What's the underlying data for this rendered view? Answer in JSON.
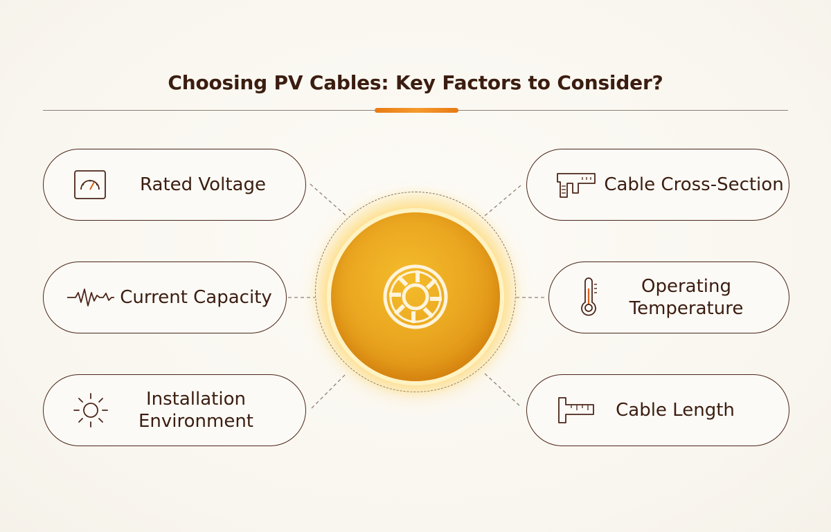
{
  "title": "Choosing PV Cables: Key Factors to Consider?",
  "hub": {
    "icon": "cable-reel-icon"
  },
  "factors": [
    {
      "label": "Rated Voltage",
      "icon": "gauge-meter-icon"
    },
    {
      "label": "Current Capacity",
      "icon": "waveform-icon"
    },
    {
      "label": "Installation Environment",
      "label_lines": [
        "Installation",
        "Environment"
      ],
      "icon": "sun-icon"
    },
    {
      "label": "Cable Cross-Section",
      "icon": "caliper-icon"
    },
    {
      "label": "Operating Temperature",
      "label_lines": [
        "Operating",
        "Temperature"
      ],
      "icon": "thermometer-icon"
    },
    {
      "label": "Cable Length",
      "icon": "ruler-icon"
    }
  ],
  "colors": {
    "accent": "#f08a1e",
    "hub": "#eaa620",
    "border": "#4a2518",
    "text": "#3b1d10"
  }
}
